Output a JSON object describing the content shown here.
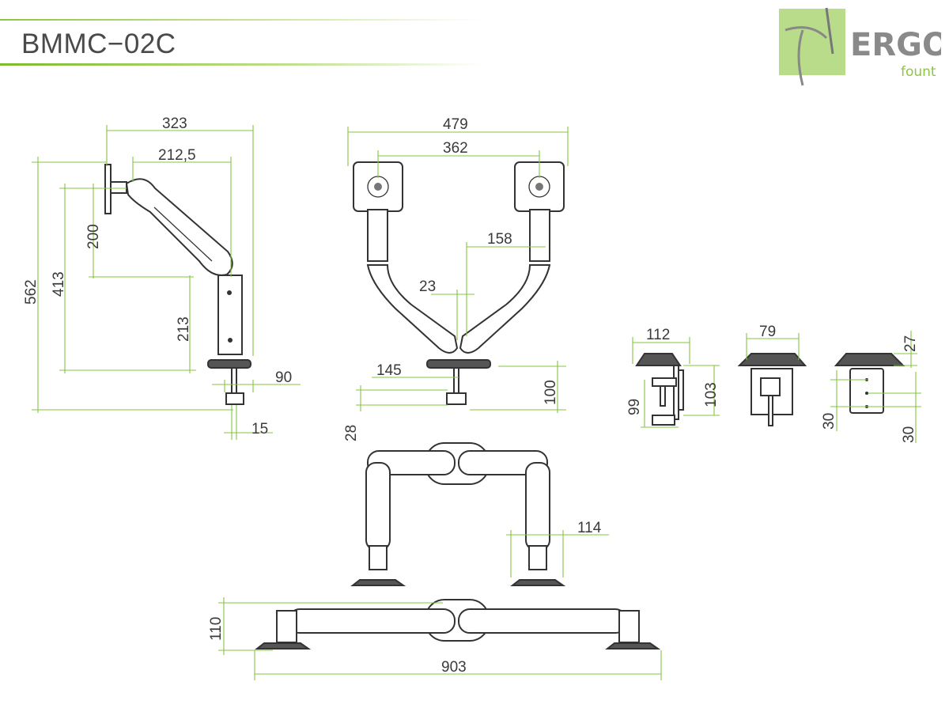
{
  "product": {
    "title": "BMMC−02C"
  },
  "logo": {
    "word": "ERGO",
    "sub": "fount",
    "brand_green": "#8cc63f",
    "logo_bg": "#b8dc8a"
  },
  "colors": {
    "dimension_line": "#86c440",
    "outline": "#333333",
    "text": "#3a3a3a"
  },
  "dimensions": {
    "side_width_total": "323",
    "side_width_arm": "212,5",
    "side_height_total": "562",
    "side_height_arm": "413",
    "side_height_upper": "200",
    "side_height_pole": "213",
    "side_clamp_depth": "90",
    "side_clamp_base": "15",
    "front_width_total": "479",
    "front_width_vesa": "362",
    "front_offset": "158",
    "front_gap": "23",
    "front_base_half": "145",
    "front_clamp_height": "100",
    "front_clamp_min": "28",
    "clamp_a_width": "112",
    "clamp_a_height1": "99",
    "clamp_a_height2": "103",
    "clamp_b_width": "79",
    "clamp_c_top": "27",
    "clamp_c_left": "30",
    "clamp_c_right": "30",
    "top_arm_width": "114",
    "plan_depth": "110",
    "plan_width": "903"
  }
}
